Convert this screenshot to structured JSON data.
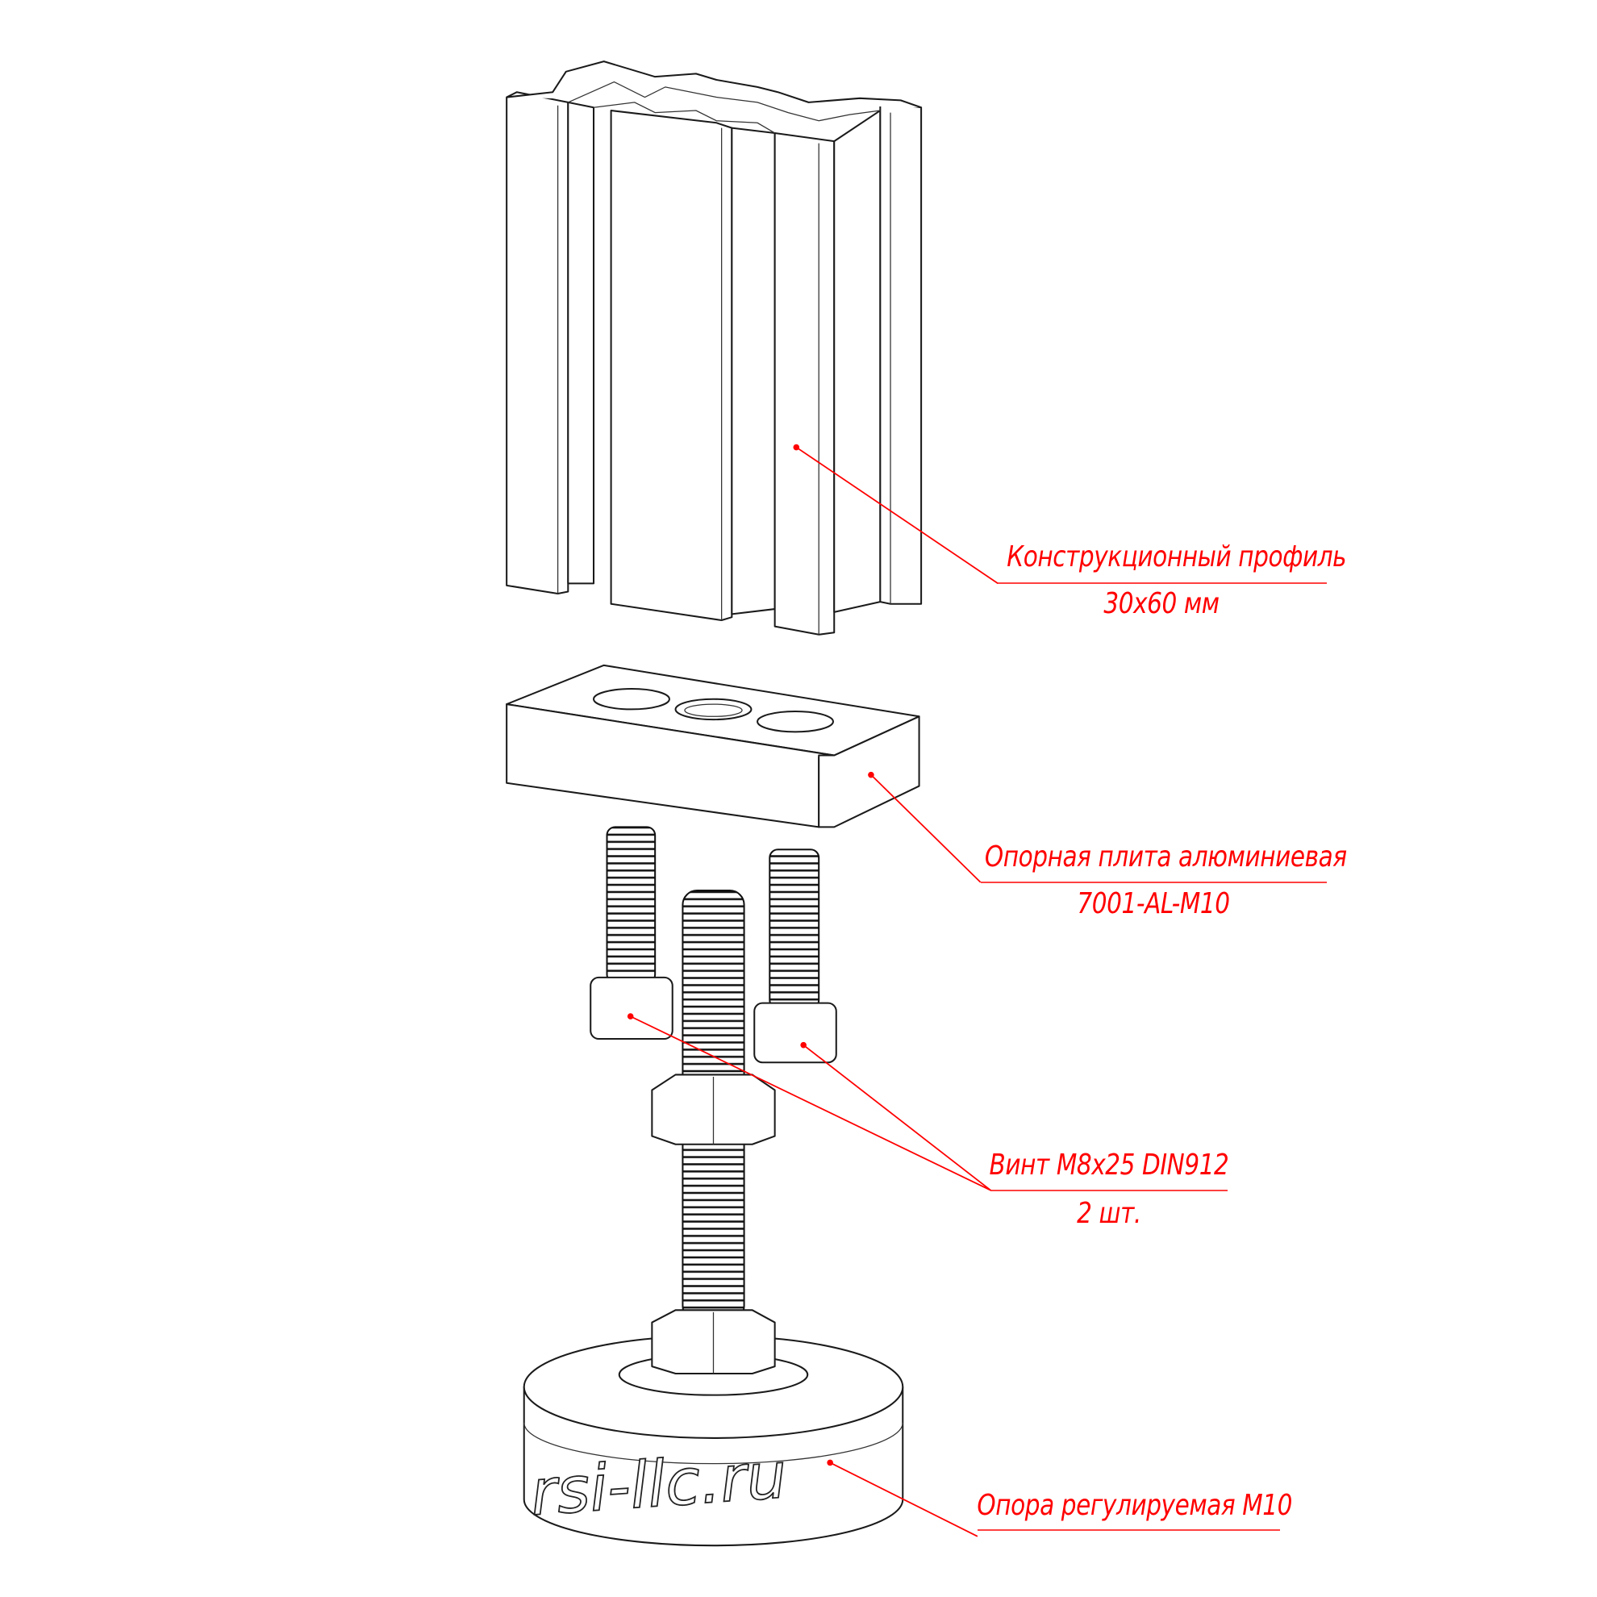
{
  "drawing": {
    "callout_color": "#ff0000",
    "line_color": "#1a1a1a",
    "logo_text": "rsi-llc.ru",
    "callouts": [
      {
        "line1": "Конструкционный профиль",
        "line2": "30x60 мм"
      },
      {
        "line1": "Опорная плита алюминиевая",
        "line2": "7001-AL-M10"
      },
      {
        "line1": "Винт M8x25 DIN912",
        "line2": "2 шт."
      },
      {
        "line1": "Опора регулируемая M10"
      }
    ]
  }
}
